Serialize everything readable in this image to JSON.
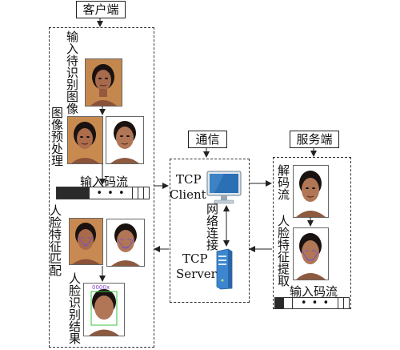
{
  "titles": {
    "client": "客户端",
    "comm": "通信",
    "server": "服务端"
  },
  "client_steps": {
    "input_image": "输入待识别图像",
    "preprocess": "图像预处理",
    "stream": "输入码流",
    "match": "人脸特征匹配",
    "result": "人脸识别结果"
  },
  "comm_labels": {
    "tcp_client_line1": "TCP",
    "tcp_client_line2": "Client",
    "network": "网络连接",
    "tcp_server_line1": "TCP",
    "tcp_server_line2": "Server"
  },
  "server_steps": {
    "decode": "解码流",
    "extract": "人脸特征提取",
    "stream": "输入码流"
  },
  "stream_dots": "• • •",
  "result_tag": "0000x",
  "colors": {
    "skin": "#a86a4c",
    "skin_dark": "#7a4430",
    "hair": "#1a1210",
    "bg_warm": "#c48a5a",
    "landmark": "#6a4fd8",
    "box_green": "#3fbf3f",
    "monitor": "#2b6fb5",
    "server": "#3c86d0"
  }
}
